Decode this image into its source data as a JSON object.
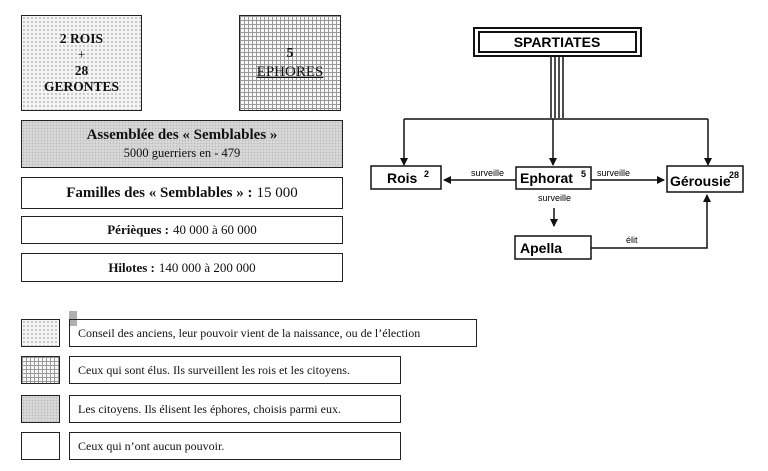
{
  "left": {
    "rois_box": {
      "line1": "2 ROIS",
      "line2": "+",
      "line3": "28",
      "line4": "GERONTES"
    },
    "ephores_box": {
      "line1": "5",
      "line2": "EPHORES"
    },
    "assemblee": {
      "title": "Assemblée des « Semblables »",
      "subtitle": "5000 guerriers en - 479"
    },
    "familles": {
      "label": "Familles des « Semblables » :",
      "value": "15 000"
    },
    "perieques": {
      "label": "Périèques :",
      "value": "40 000 à 60 000"
    },
    "hilotes": {
      "label": "Hilotes :",
      "value": "140 000 à 200 000"
    }
  },
  "legend": [
    {
      "pattern": "dotted",
      "text": "Conseil des anciens, leur pouvoir vient de la naissance, ou de l’élection"
    },
    {
      "pattern": "grid",
      "text": "Ceux qui sont élus. Ils surveillent les rois et les citoyens."
    },
    {
      "pattern": "gray",
      "text": "Les citoyens. Ils élisent les éphores, choisis parmi eux."
    },
    {
      "pattern": "white",
      "text": "Ceux qui n’ont aucun pouvoir."
    }
  ],
  "diagram": {
    "spartiates": "SPARTIATES",
    "rois": "Rois",
    "rois_sup": "2",
    "ephorat": "Ephorat",
    "ephorat_sup": "5",
    "gerousie": "Gérousie",
    "gerousie_sup": "28",
    "apella": "Apella",
    "surveille_left": "surveille",
    "surveille_right": "surveille",
    "surveille_down": "surveille",
    "elit": "élit"
  }
}
